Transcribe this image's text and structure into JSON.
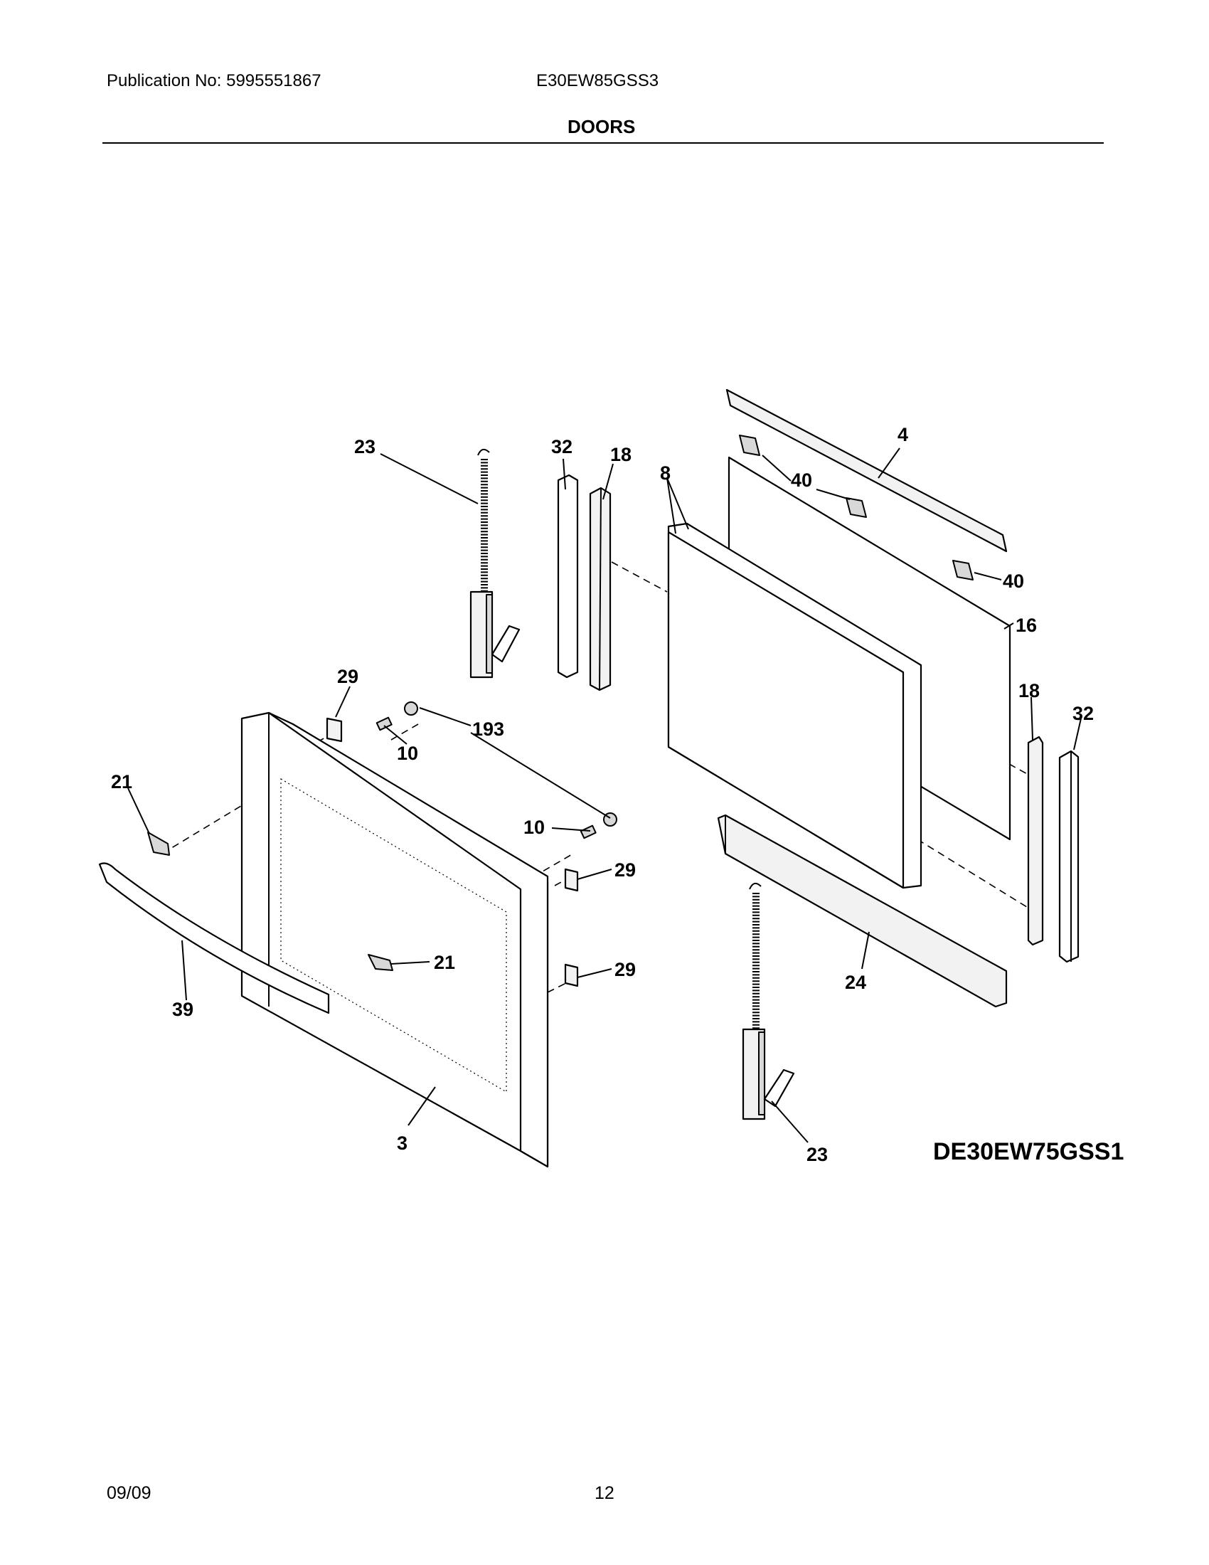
{
  "header": {
    "publication": "Publication No: 5995551867",
    "model": "E30EW85GSS3",
    "section_title": "DOORS"
  },
  "diagram": {
    "code": "DE30EW75GSS1",
    "callouts": {
      "c23a": "23",
      "c32a": "32",
      "c18a": "18",
      "c8": "8",
      "c4": "4",
      "c40a": "40",
      "c40b": "40",
      "c16": "16",
      "c18b": "18",
      "c32b": "32",
      "c29a": "29",
      "c193": "193",
      "c10a": "10",
      "c21a": "21",
      "c10b": "10",
      "c29b": "29",
      "c39": "39",
      "c21b": "21",
      "c29c": "29",
      "c24": "24",
      "c3": "3",
      "c23b": "23"
    }
  },
  "footer": {
    "date": "09/09",
    "page": "12"
  }
}
